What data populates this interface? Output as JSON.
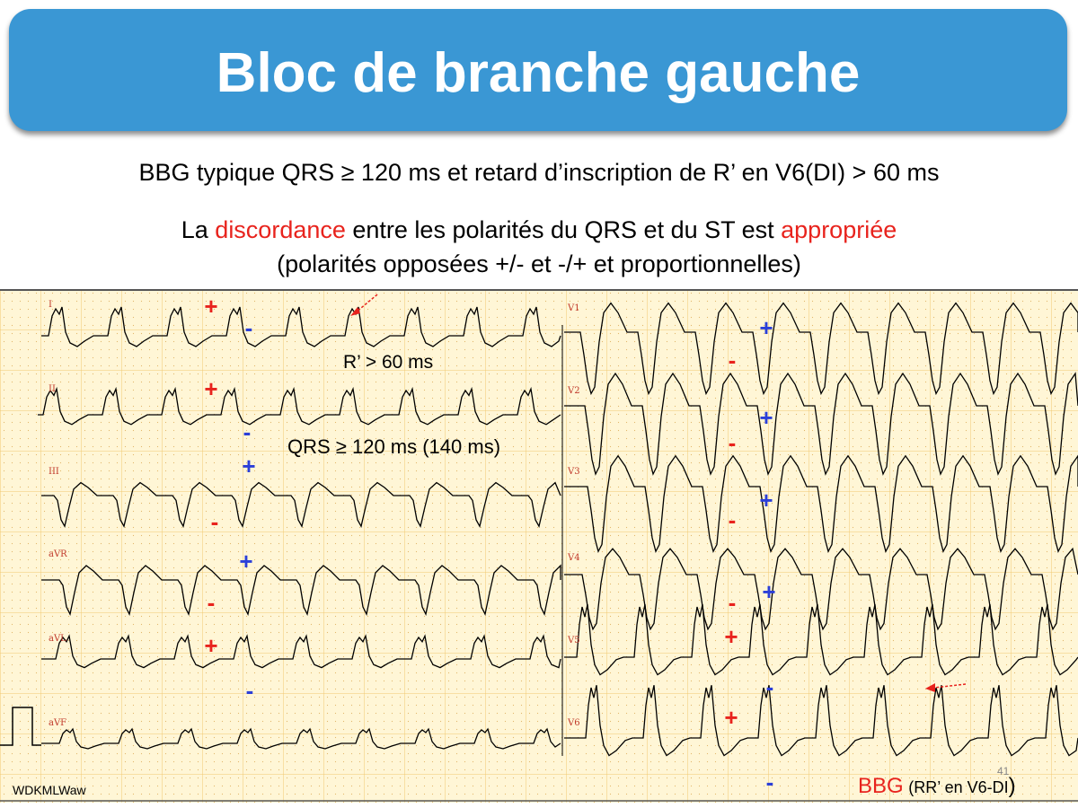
{
  "title": "Bloc de branche gauche",
  "subtitle1": "BBG typique QRS ≥ 120 ms et retard d’inscription de R’ en V6(DI) > 60 ms",
  "subtitle2": {
    "part1": "La ",
    "red1": "discordance",
    "part2": " entre les polarités du QRS et du ST est ",
    "red2": "appropriée"
  },
  "subtitle3": "(polarités opposées +/- et -/+ et proportionnelles)",
  "annotations": {
    "r_prime": "R’ > 60 ms",
    "qrs": "QRS ≥ 120 ms (140 ms)"
  },
  "leads": {
    "left": [
      "I",
      "II",
      "III",
      "aVR",
      "aVL",
      "aVF"
    ],
    "right": [
      "V1",
      "V2",
      "V3",
      "V4",
      "V5",
      "V6"
    ]
  },
  "signs": {
    "left": [
      {
        "lead": "I",
        "qrs": "+",
        "st": "-"
      },
      {
        "lead": "II",
        "qrs": "+",
        "st": "-"
      },
      {
        "lead": "III",
        "qrs": "-",
        "st": "+"
      },
      {
        "lead": "aVR",
        "qrs": "-",
        "st": "+"
      },
      {
        "lead": "aVL",
        "qrs": "+",
        "st": "-"
      }
    ],
    "right": [
      {
        "lead": "V1",
        "qrs": "-",
        "st": "+"
      },
      {
        "lead": "V2",
        "qrs": "-",
        "st": "+"
      },
      {
        "lead": "V3",
        "qrs": "-",
        "st": "+"
      },
      {
        "lead": "V4",
        "qrs": "-",
        "st": "+"
      },
      {
        "lead": "V5",
        "qrs": "+",
        "st": "-"
      },
      {
        "lead": "V6",
        "qrs": "+",
        "st": "-"
      }
    ]
  },
  "footer": {
    "left_text": "WDKMLWaw",
    "page_number": "41",
    "bbg_red": "BBG",
    "bbg_rest": "(RR’ en V6-DI",
    "bbg_close": ")"
  },
  "colors": {
    "title_bg": "#3a97d4",
    "red": "#e8231d",
    "blue": "#2b3fd8",
    "grid_bg": "#fff6d6",
    "grid_line": "#f0c870",
    "grid_dot": "#e2b76a"
  }
}
